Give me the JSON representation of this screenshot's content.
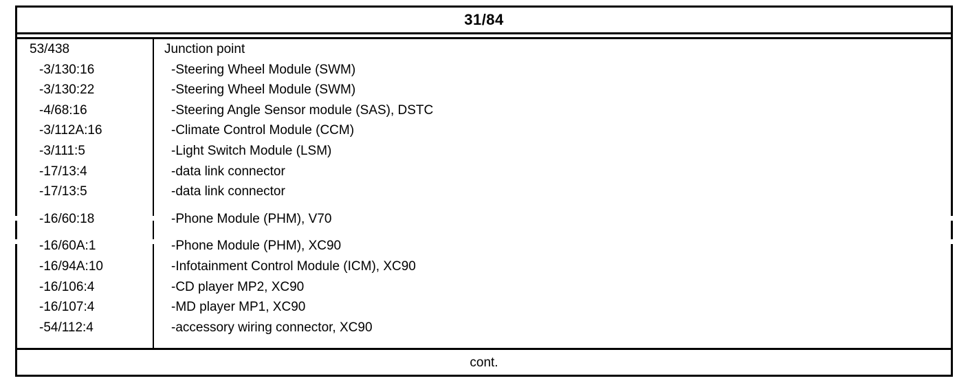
{
  "document": {
    "page_label": "31/84",
    "footer_note": "cont."
  },
  "table": {
    "blocks": [
      {
        "rows": [
          {
            "code": "53/438",
            "indent_code": false,
            "desc": "Junction point",
            "indent_desc": false
          },
          {
            "code": "-3/130:16",
            "indent_code": true,
            "desc": "-Steering Wheel Module (SWM)",
            "indent_desc": true
          },
          {
            "code": "-3/130:22",
            "indent_code": true,
            "desc": "-Steering Wheel Module (SWM)",
            "indent_desc": true
          },
          {
            "code": "-4/68:16",
            "indent_code": true,
            "desc": "-Steering Angle Sensor module (SAS), DSTC",
            "indent_desc": true
          },
          {
            "code": "-3/112A:16",
            "indent_code": true,
            "desc": "-Climate Control Module (CCM)",
            "indent_desc": true
          },
          {
            "code": "-3/111:5",
            "indent_code": true,
            "desc": "-Light Switch Module (LSM)",
            "indent_desc": true
          },
          {
            "code": "-17/13:4",
            "indent_code": true,
            "desc": "-data link connector",
            "indent_desc": true
          },
          {
            "code": "-17/13:5",
            "indent_code": true,
            "desc": "-data link connector",
            "indent_desc": true
          }
        ]
      },
      {
        "rows": [
          {
            "code": "-16/60:18",
            "indent_code": true,
            "desc": "-Phone Module (PHM), V70",
            "indent_desc": true
          }
        ]
      },
      {
        "rows": [
          {
            "code": "-16/60A:1",
            "indent_code": true,
            "desc": "-Phone Module (PHM), XC90",
            "indent_desc": true
          },
          {
            "code": "-16/94A:10",
            "indent_code": true,
            "desc": "-Infotainment Control Module (ICM), XC90",
            "indent_desc": true
          },
          {
            "code": "-16/106:4",
            "indent_code": true,
            "desc": "-CD player MP2, XC90",
            "indent_desc": true
          },
          {
            "code": "-16/107:4",
            "indent_code": true,
            "desc": "-MD player MP1, XC90",
            "indent_desc": true
          },
          {
            "code": "-54/112:4",
            "indent_code": true,
            "desc": "-accessory wiring connector, XC90",
            "indent_desc": true
          }
        ]
      }
    ]
  },
  "colors": {
    "ink": "#000000",
    "paper": "#ffffff"
  }
}
